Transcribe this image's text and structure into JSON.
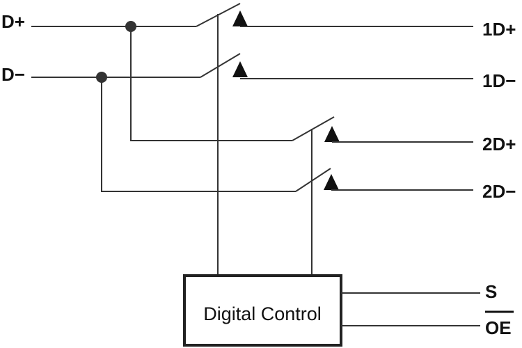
{
  "inputs": {
    "dplus": "D+",
    "dminus": "D−"
  },
  "outputs": {
    "out_1dplus": "1D+",
    "out_1dminus": "1D−",
    "out_2dplus": "2D+",
    "out_2dminus": "2D−"
  },
  "control": {
    "block_label": "Digital Control",
    "select": "S",
    "output_enable": "OE"
  }
}
